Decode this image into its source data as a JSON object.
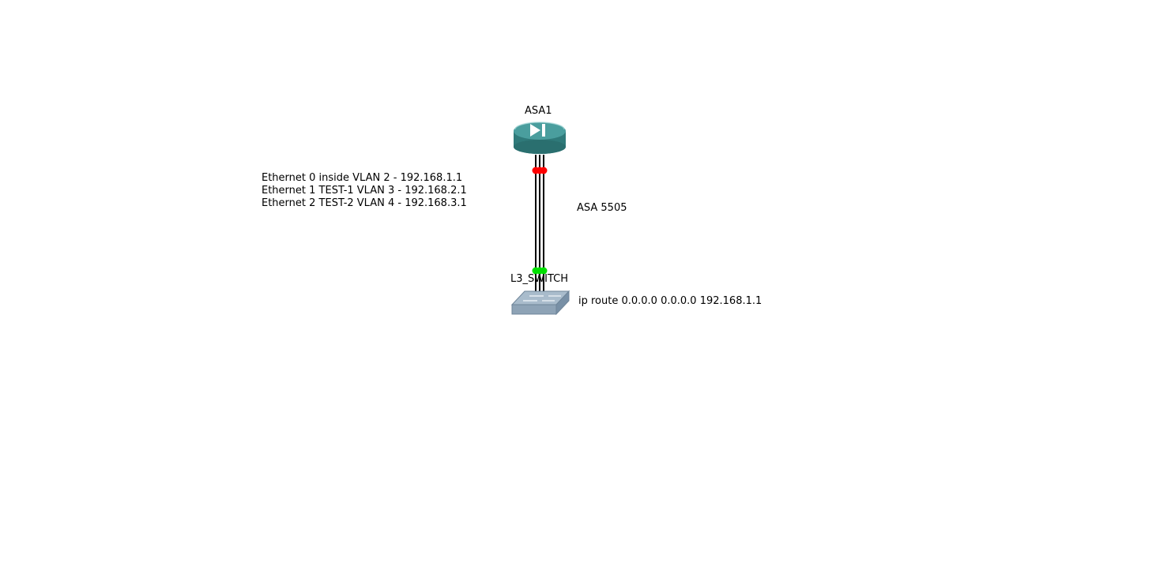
{
  "nodes": {
    "asa": {
      "name": "ASA1",
      "icon": "firewall-icon",
      "color": "#3e8c8c"
    },
    "switch": {
      "name": "L3_SWITCH",
      "icon": "switch-icon",
      "color": "#8fa3b5"
    }
  },
  "link": {
    "label": "ASA 5505",
    "asa_end_status_color": "#ff0000",
    "switch_end_status_color": "#00e000"
  },
  "notes": {
    "interfaces": [
      "Ethernet 0 inside VLAN 2 - 192.168.1.1",
      "Ethernet 1 TEST-1 VLAN 3  - 192.168.2.1",
      "Ethernet 2 TEST-2 VLAN 4 - 192.168.3.1"
    ],
    "route": "ip route 0.0.0.0 0.0.0.0 192.168.1.1"
  }
}
